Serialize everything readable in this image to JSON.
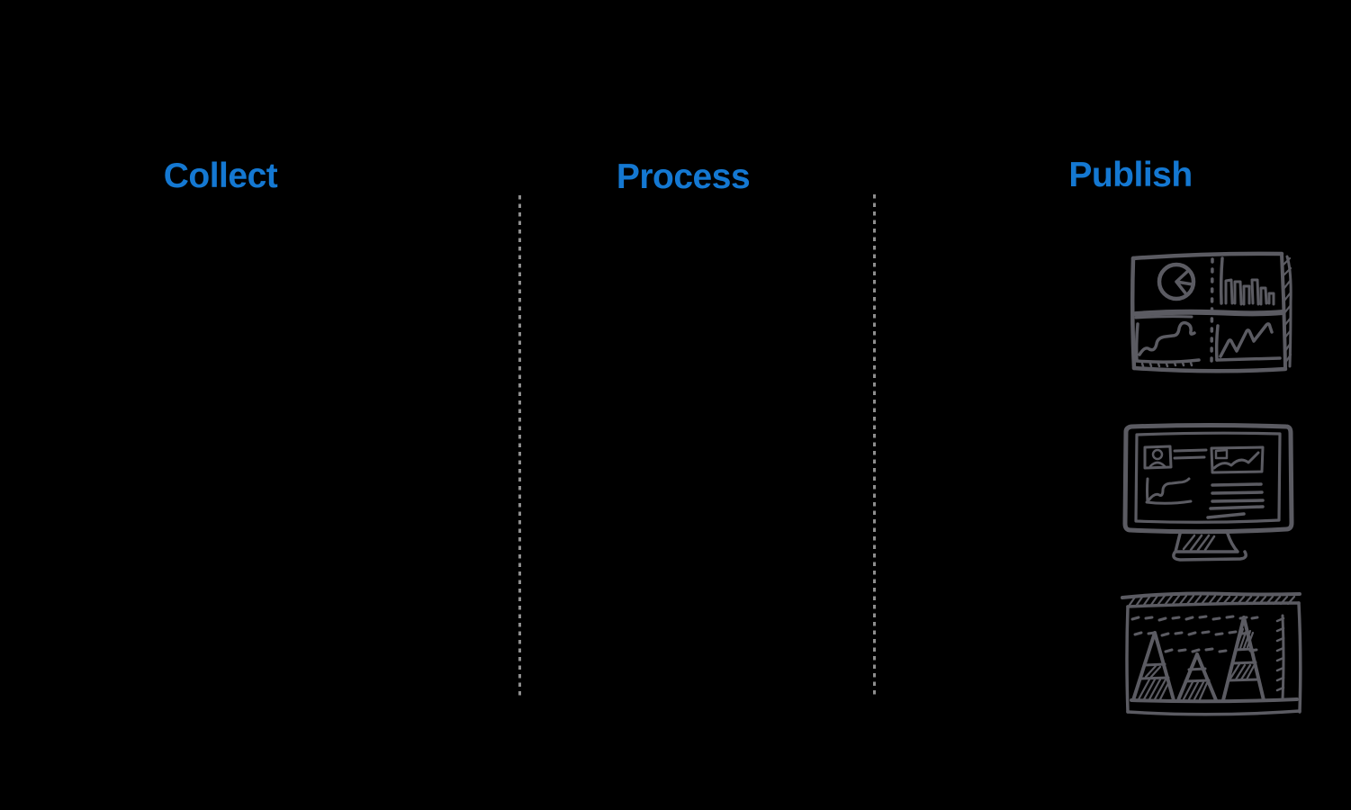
{
  "diagram": {
    "columns": [
      {
        "id": "collect",
        "label": "Collect"
      },
      {
        "id": "process",
        "label": "Process"
      },
      {
        "id": "publish",
        "label": "Publish"
      }
    ],
    "publish_items": [
      {
        "name": "dashboard-report-sketch"
      },
      {
        "name": "desktop-monitor-sketch"
      },
      {
        "name": "peaks-chart-board-sketch"
      }
    ]
  },
  "colors": {
    "background": "#000000",
    "heading": "#1478d2",
    "divider": "#8e8e8e",
    "sketch": "#5b5b62"
  }
}
